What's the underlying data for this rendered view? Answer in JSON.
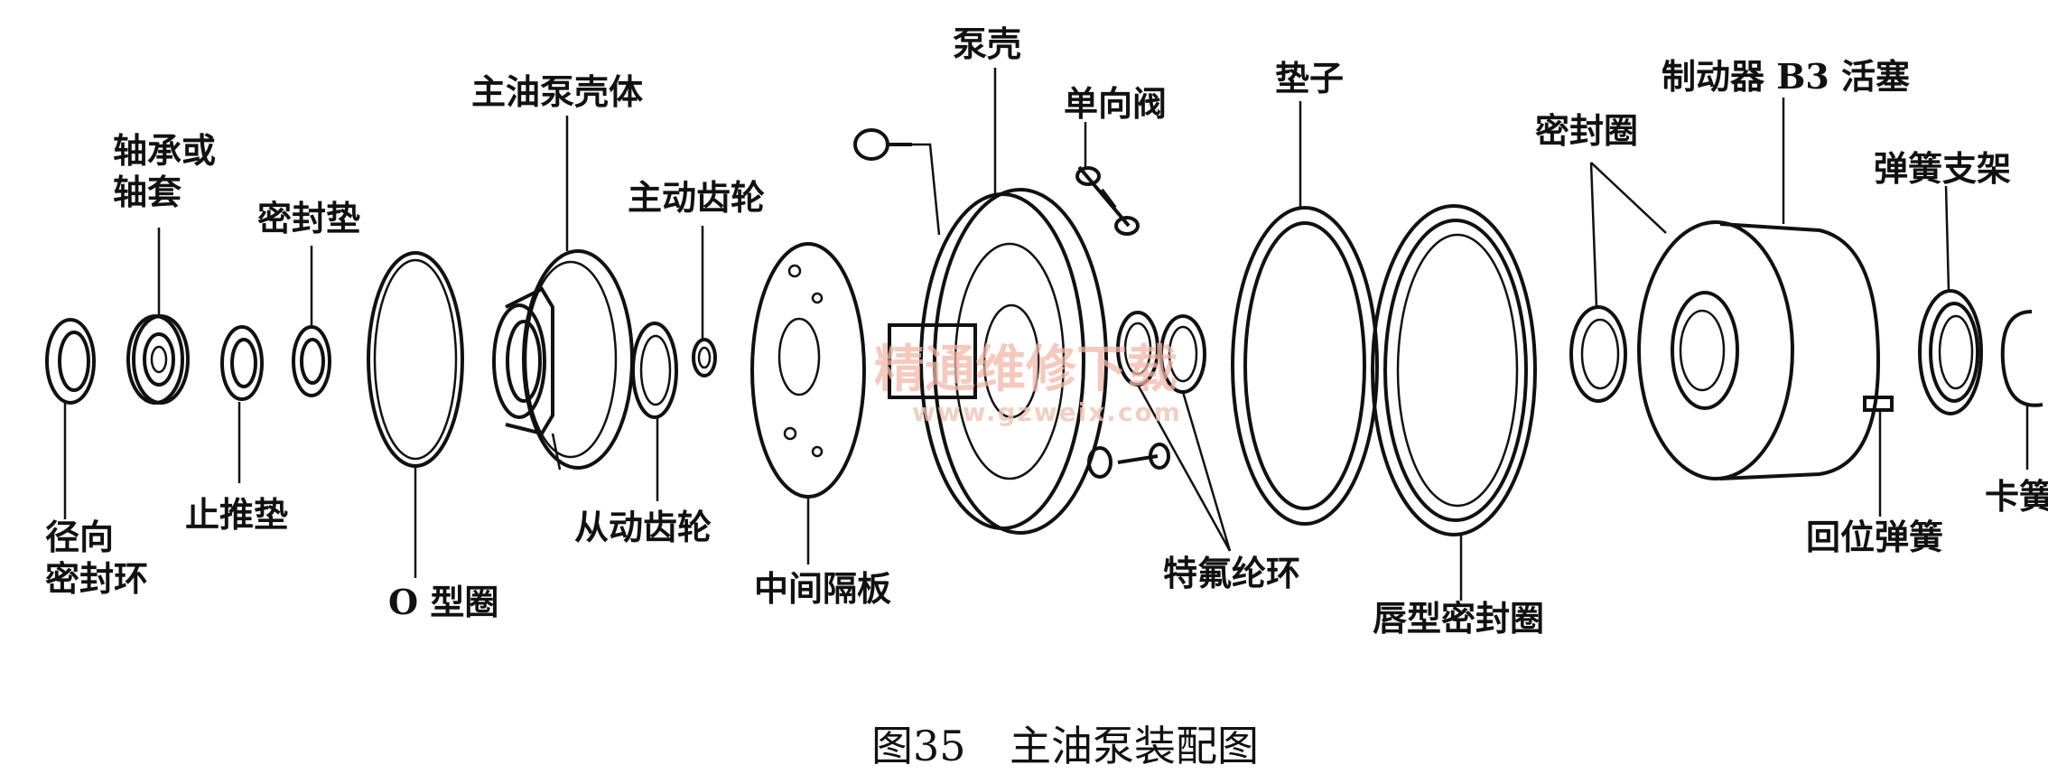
{
  "labels": {
    "radial_seal_ring": "径向\n密封环",
    "bearing_or_bushing": "轴承或\n轴套",
    "thrust_washer": "止推垫",
    "seal_gasket": "密封垫",
    "o_ring": "O 型圈",
    "main_pump_housing": "主油泵壳体",
    "driven_gear": "从动齿轮",
    "drive_gear": "主动齿轮",
    "middle_plate": "中间隔板",
    "pump_shell": "泵壳",
    "check_valve": "单向阀",
    "teflon_rings": "特氟纶环",
    "spacer": "垫子",
    "lip_seal": "唇型密封圈",
    "seal_ring": "密封圈",
    "brake_b3_piston": "制动器 B3 活塞",
    "return_spring": "回位弹簧",
    "spring_retainer": "弹簧支架",
    "snap_ring": "卡簧"
  },
  "caption": {
    "figure_number": "图35",
    "title": "主油泵装配图"
  },
  "watermark": {
    "name": "精通维修下载",
    "url": "www.gzweix.com"
  }
}
